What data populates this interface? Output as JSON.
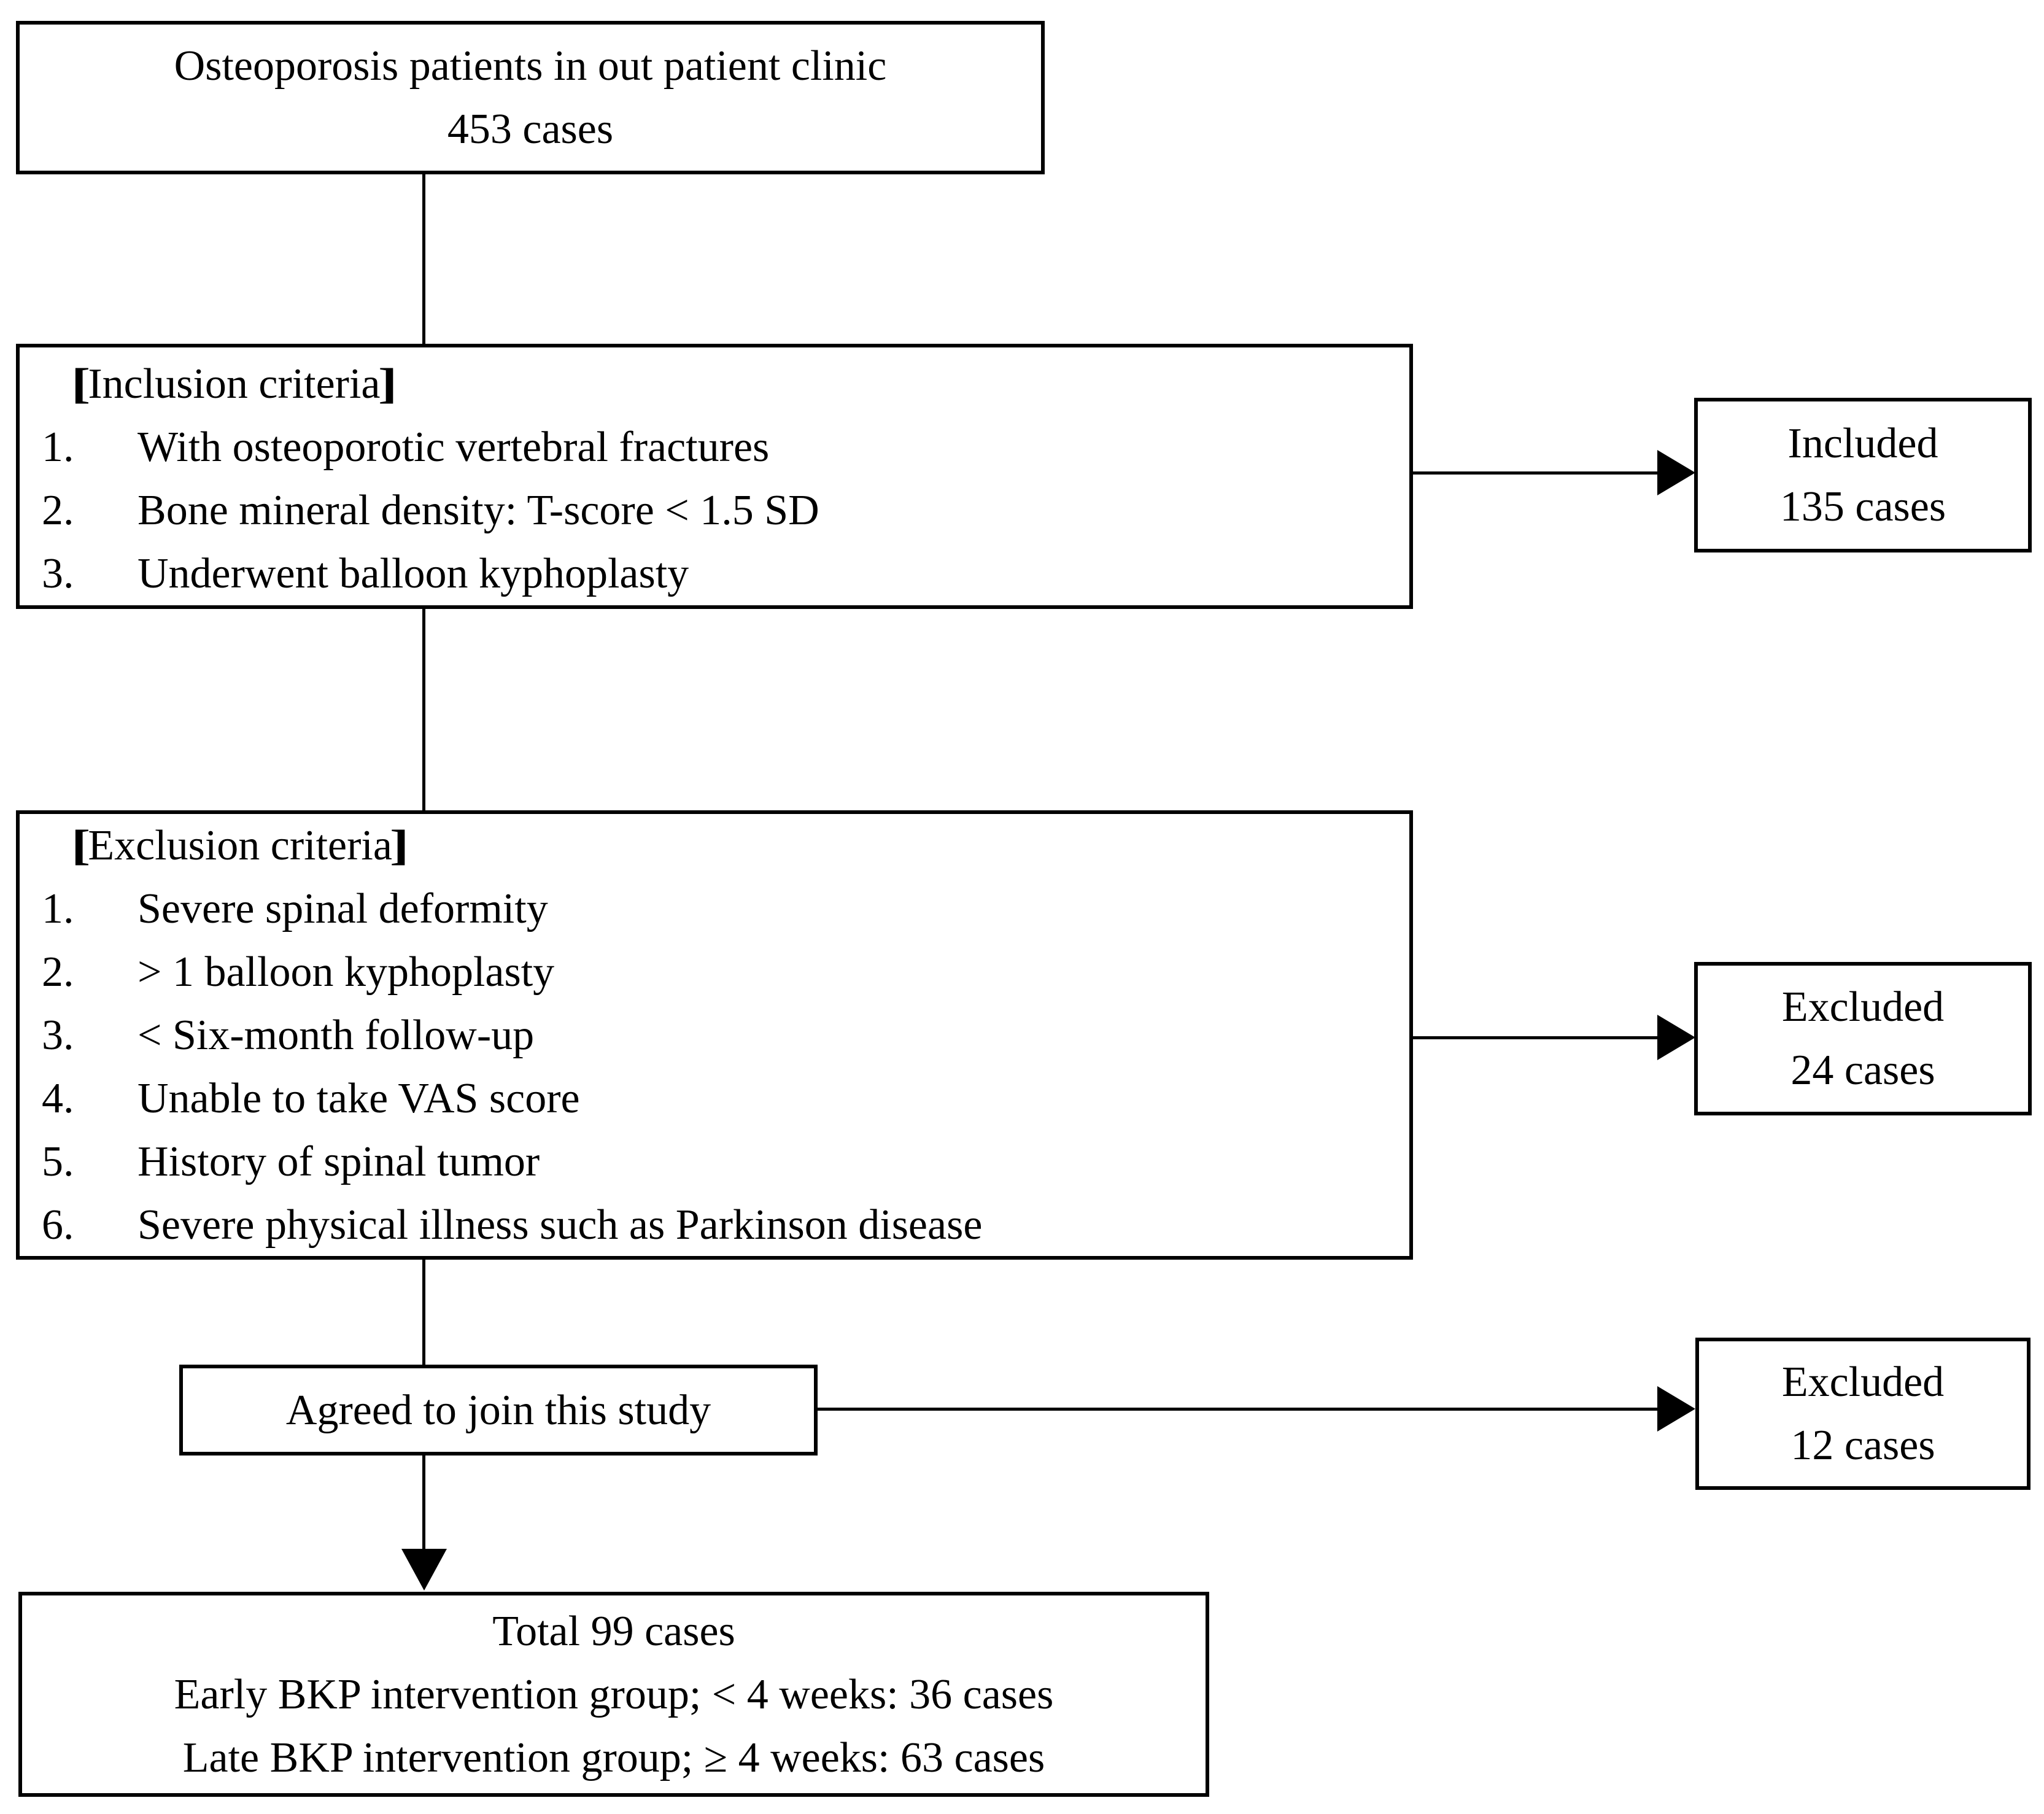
{
  "figure": {
    "background": "#ffffff",
    "ink": "#000000",
    "nodes": {
      "source": {
        "line1": "Osteoporosis patients in out patient clinic",
        "line2": "453 cases"
      },
      "inclusion": {
        "heading": "【Inclusion criteria】",
        "items": [
          "With osteoporotic vertebral fractures",
          "Bone mineral density: T-score < 1.5 SD",
          "Underwent balloon kyphoplasty"
        ]
      },
      "included": {
        "line1": "Included",
        "line2": "135 cases"
      },
      "exclusion": {
        "heading": "【Exclusion criteria】",
        "items": [
          "Severe spinal deformity",
          "> 1 balloon kyphoplasty",
          "< Six-month follow-up",
          "Unable to take VAS score",
          "History of spinal tumor",
          "Severe physical illness such as Parkinson disease"
        ]
      },
      "excluded_after_criteria": {
        "line1": "Excluded",
        "line2": "24 cases"
      },
      "agreed": {
        "label": "Agreed to join this study"
      },
      "excluded_after_consent": {
        "line1": "Excluded",
        "line2": "12 cases"
      },
      "total": {
        "line1": "Total 99 cases",
        "line2": "Early BKP intervention group; < 4 weeks: 36 cases",
        "line3": "Late BKP intervention group; ≥ 4 weeks: 63 cases"
      }
    }
  }
}
